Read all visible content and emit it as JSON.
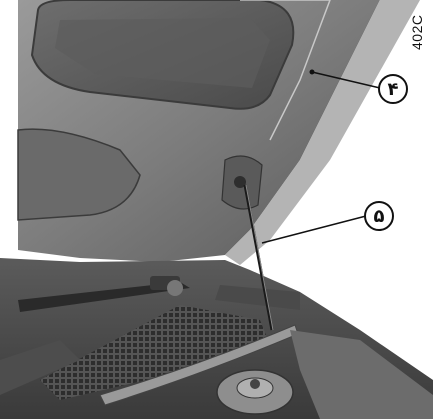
{
  "figure_code": "402C",
  "callouts": [
    {
      "id": "4",
      "label": "۴"
    },
    {
      "id": "5",
      "label": "۵"
    }
  ]
}
